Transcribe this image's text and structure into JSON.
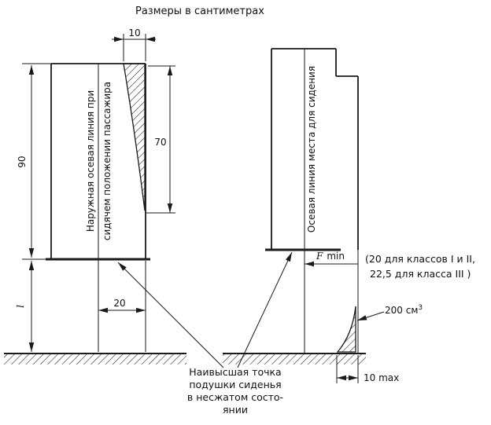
{
  "title": "Размеры в сантиметрах",
  "colors": {
    "ink": "#1a1a1a",
    "background": "#ffffff"
  },
  "left_figure": {
    "axis_label_line1": "Наружная осевая линия при",
    "axis_label_line2": "сидячем положении пассажира",
    "dim_top_width": "10",
    "dim_backrest_height": "70",
    "dim_seat_back_height": "90",
    "dim_floor_clearance": "l",
    "dim_cushion_depth": "20"
  },
  "right_figure": {
    "axis_label": "Осевая линия места для сидения",
    "dim_f_symbol": "F",
    "dim_f_suffix": "min",
    "f_note_line1": "(20 для классов I и II,",
    "f_note_line2": "22,5 для класса III )",
    "volume_value": "200 см",
    "volume_exponent": "3",
    "dim_bottom_max": "10 max"
  },
  "callout": {
    "line1": "Наивысшая точка",
    "line2": "подушки сиденья",
    "line3": "в несжатом состо-",
    "line4": "янии"
  }
}
